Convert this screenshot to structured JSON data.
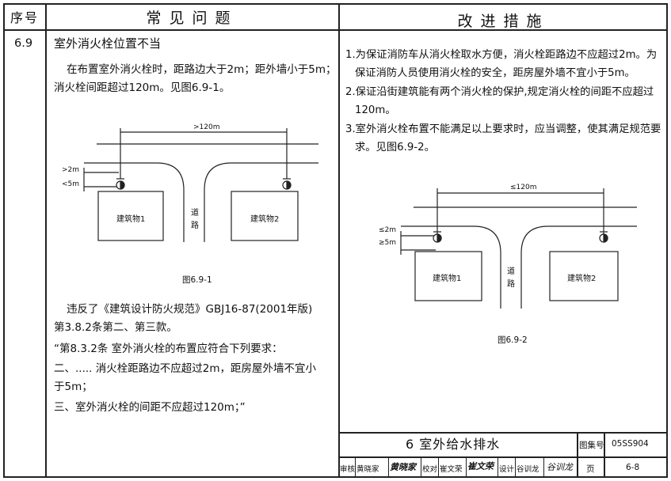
{
  "header": {
    "col_no": "序号",
    "col_problem": "常见问题",
    "col_measure": "改进措施"
  },
  "item": {
    "number": "6.9",
    "title": "室外消火栓位置不当",
    "description": [
      "在布置室外消火栓时，距路边大于2m；距外墙小于5m；",
      "消火栓间距超过120m。见图6.9-1。"
    ],
    "violation": [
      "违反了《建筑设计防火规范》GBJ16-87(2001年版)",
      "第3.8.2条第二、第三款。",
      "“第8.3.2条  室外消火栓的布置应符合下列要求：",
      "二、.....  消火栓距路边不应超过2m，距房屋外墙不宜小",
      "于5m；",
      "三、室外消火栓的间距不应超过120m；”"
    ],
    "measures": [
      "1.为保证消防车从消火栓取水方便，消火栓距路边不应超过2m。为",
      "保证消防人员使用消火栓的安全，距房屋外墙不宜小于5m。",
      "2.保证沿街建筑能有两个消火栓的保护,规定消火栓的间距不应超过",
      "120m。",
      "3.室外消火栓布置不能满足以上要求时，应当调整，使其满足规范要",
      "求。见图6.9-2。"
    ]
  },
  "figure1": {
    "spacing_label": ">120m",
    "road_dist_label": ">2m",
    "wall_dist_label": "<5m",
    "building1": "建筑物1",
    "building2": "建筑物2",
    "road": [
      "道",
      "路"
    ],
    "caption": "图6.9-1"
  },
  "figure2": {
    "spacing_label": "≤120m",
    "road_dist_label": "≤2m",
    "wall_dist_label": "≥5m",
    "building1": "建筑物1",
    "building2": "建筑物2",
    "road": [
      "道",
      "路"
    ],
    "caption": "图6.9-2"
  },
  "title_block": {
    "chapter": "6   室外给水排水",
    "atlas_label": "图集号",
    "atlas_no": "05SS904",
    "review_label": "审核",
    "reviewer": "黄晓家",
    "reviewer_sig": "黄晓家",
    "check_label": "校对",
    "checker": "崔文荣",
    "checker_sig": "崔文荣",
    "design_label": "设计",
    "designer": "谷训龙",
    "designer_sig": "谷训龙",
    "page_label": "页",
    "page_no": "6-8"
  }
}
